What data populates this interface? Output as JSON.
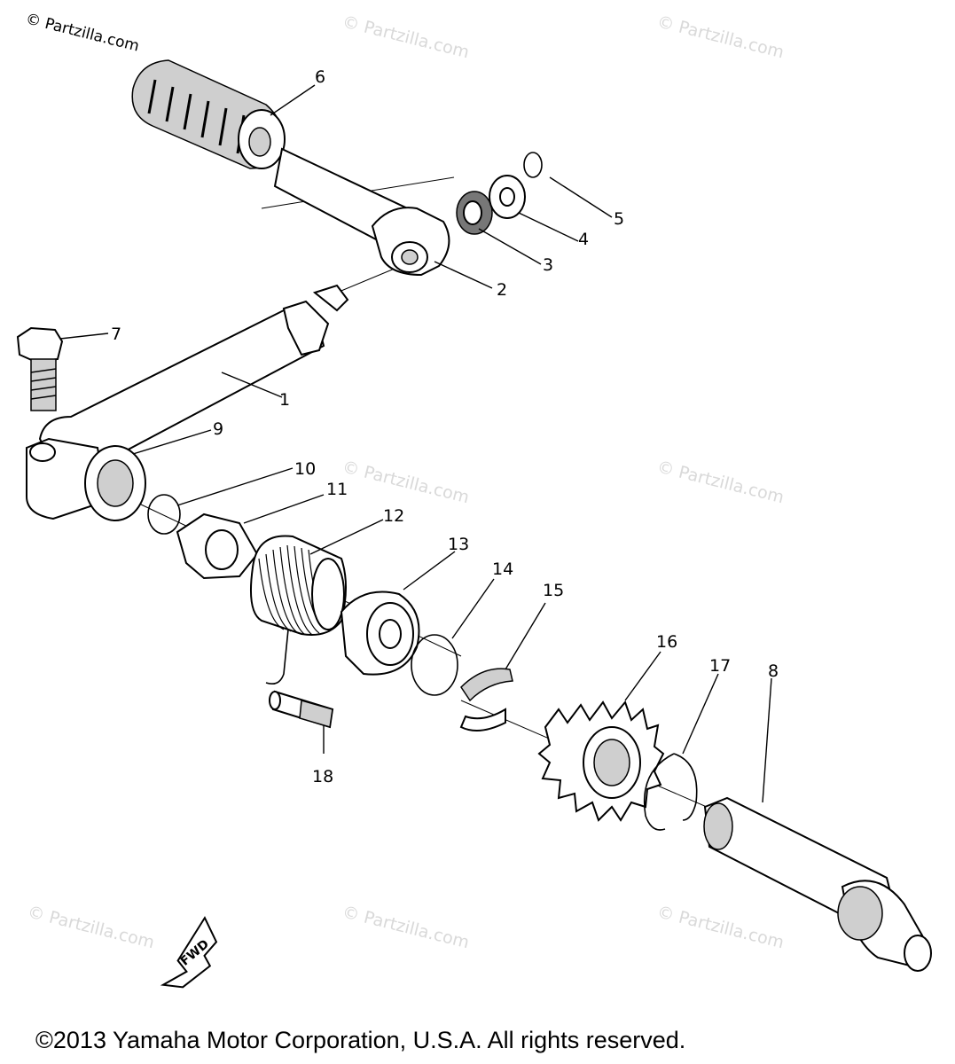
{
  "watermark": {
    "corner_text": "© Partzilla.com",
    "repeat_text": "© Partzilla.com"
  },
  "fwd_label": "FWD",
  "copyright": "©2013  Yamaha Motor Corporation, U.S.A. All rights reserved.",
  "callouts": {
    "c1": "1",
    "c2": "2",
    "c3": "3",
    "c4": "4",
    "c5": "5",
    "c6": "6",
    "c7": "7",
    "c8": "8",
    "c9": "9",
    "c10": "10",
    "c11": "11",
    "c12": "12",
    "c13": "13",
    "c14": "14",
    "c15": "15",
    "c16": "16",
    "c17": "17",
    "c18": "18"
  }
}
